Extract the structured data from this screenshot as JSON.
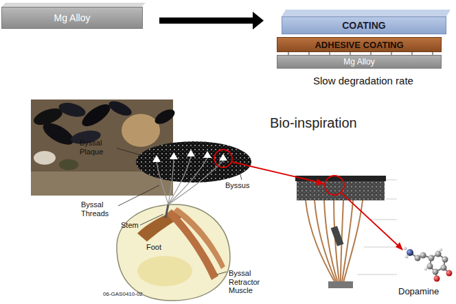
{
  "diagram": {
    "nodes": [
      {
        "text": [
          "Mg Alloy"
        ]
      },
      {
        "text": [
          "Slow degradation rate"
        ]
      },
      {
        "text": [
          "COATING"
        ],
        "in": 1
      },
      {
        "text": [
          "ADHESIVE COATING"
        ],
        "in": 1
      },
      {
        "text": [
          "Mg Alloy"
        ],
        "in": 1
      }
    ],
    "edges": [
      {
        "from": 0,
        "to": 1,
        "arrow": "to"
      }
    ],
    "labels": [
      "Bio-inspiration",
      "Byssal Plaque",
      "Byssus",
      "Byssal Threads",
      "Stem",
      "Foot",
      "Byssal Retractor Muscle",
      "06-GAS0410-02",
      "Dopamine"
    ]
  }
}
